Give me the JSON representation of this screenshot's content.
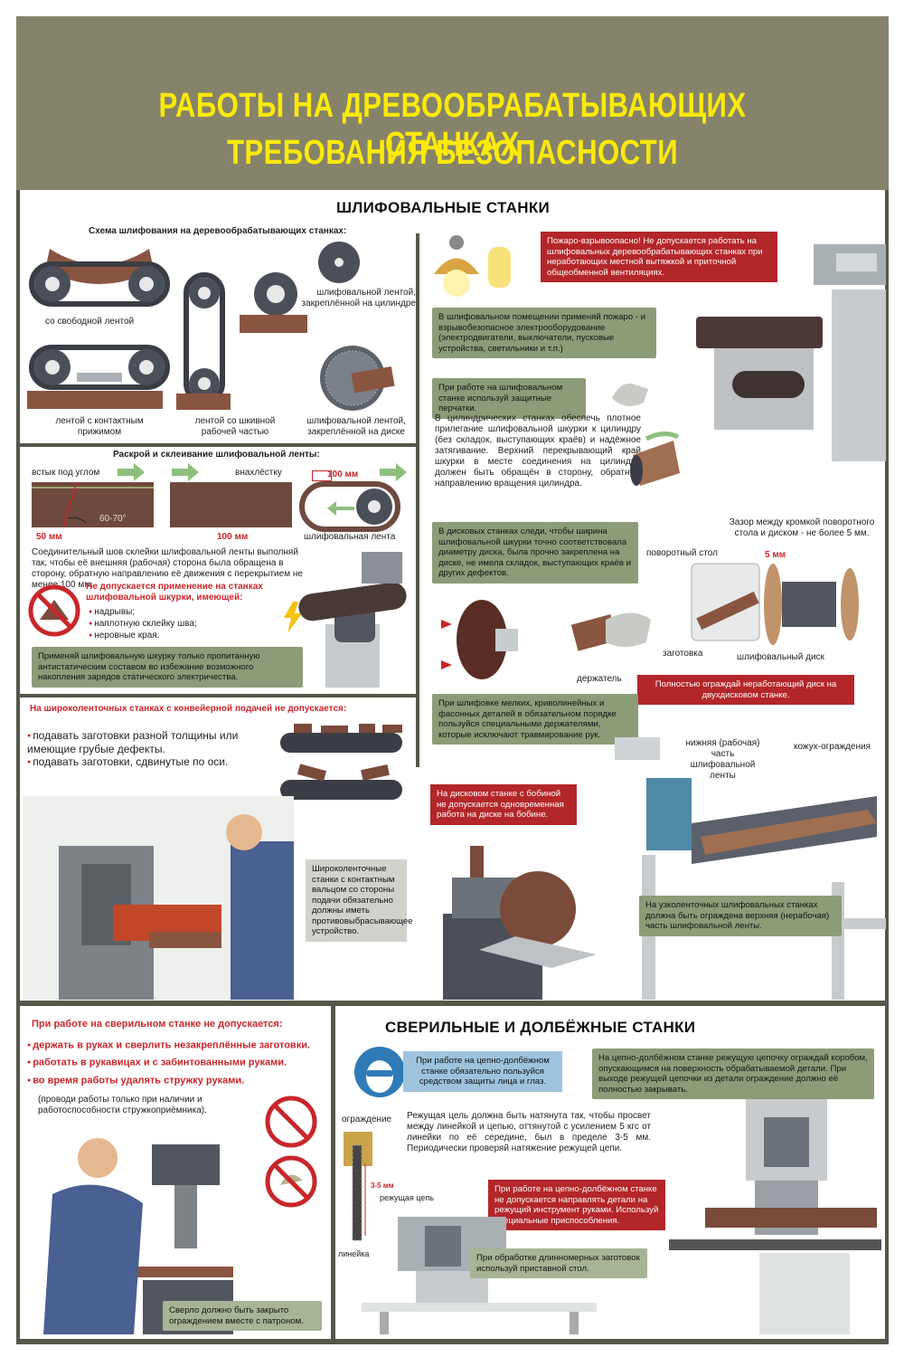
{
  "header": {
    "line1": "РАБОТЫ НА ДРЕВООБРАБАТЫВАЮЩИХ СТАНКАХ",
    "line2": "ТРЕБОВАНИЯ БЕЗОПАСНОСТИ"
  },
  "colors": {
    "header_bg": "#85836a",
    "header_text": "#fbe90b",
    "green_box": "#8c9c78",
    "red_box": "#b3262a",
    "blue_box": "#9fc3dd",
    "divider": "#55574b",
    "arrow": "#8cbf7b"
  },
  "grinding": {
    "title": "ШЛИФОВАЛЬНЫЕ СТАНКИ",
    "scheme_title": "Схема шлифования на деревообрабатывающих станках:",
    "labels": [
      "со свободной лентой",
      "шлифовальной лентой, закреплённой на цилиндре",
      "лентой с контактным прижимом",
      "лентой со шкивной рабочей частью",
      "шлифовальной лентой, закреплённой на диске"
    ],
    "cutting_title": "Раскрой и склеивание шлифовальной ленты:",
    "joins": [
      "встык под углом",
      "внахлёстку"
    ],
    "dims": {
      "a": "50 мм",
      "angle": "60-70°",
      "b": "100 мм",
      "c": "100 мм"
    },
    "belt_label": "шлифовальная лента",
    "seam_text": "Соединительный шов склейки шлифовальной ленты выполняй так, чтобы её внешняя (рабочая) сторона была обращена в сторону, обратную направлению её движения с перекрытием не менее 100 мм.",
    "not_allowed_title": "Не допускается применение на станках шлифовальной шкурки, имеющей:",
    "defects": [
      "надрывы;",
      "наплотную склейку шва;",
      "неровные края."
    ],
    "antistatic": "Применяй шлифовальную шкурку только пропитанную антистатическим составом во избежание возможного накопления зарядов статического электричества.",
    "wide_title": "На широколенточных станках с конвейерной подачей не допускается:",
    "wide_items": [
      "подавать заготовки разной толщины или имеющие грубые дефекты.",
      "подавать заготовки, сдвинутые по оси."
    ],
    "wide_box": "Широколенточные станки с контактным вальцом со стороны подачи обязательно должны иметь противовыбрасывающее устройство.",
    "fire_box": "Пожаро-взрывоопасно! Не допускается работать на шлифовальных деревообрабатывающих станках при неработающих местной вытяжкой и приточной общеобменной вентиляциях.",
    "equip_box": "В шлифовальном помещении применяй пожаро - и взрывобезопасное электрооборудование (электродвигатели, выключатели, пусковые устройства, светильники и т.п.)",
    "gloves_box": "При работе на шлифовальном станке используй защитные перчатки.",
    "cyl_text": "В цилиндрических станках обеспечь плотное прилегание шлифовальной шкурки к цилиндру (без складок, выступающих краёв) и надёжное затягивание. Верхний перекрывающий край шкурки в месте соединения на цилиндре должен быть обращён в сторону, обратную направлению вращения цилиндра.",
    "disk_box": "В дисковых станках следи, чтобы ширина шлифовальной шкурки точно соответствовала диаметру диска, была прочно закреплена на диске, не имела складок, выступающих краёв и других дефектов.",
    "gap_text": "Зазор между кромкой поворотного стола и диском - не более 5 мм.",
    "rot_table": "поворотный стол",
    "gap_dim": "5 мм",
    "workpiece": "заготовка",
    "disk_label": "шлифовальный диск",
    "holder": "держатель",
    "small_parts_box": "При шлифовке мелких, криволинейных и фасонных деталей в обязательном порядке пользуйся специальными держателями, которые исключают травмирование рук.",
    "dual_disk_box": "Полностью ограждай неработающий диск на двухдисковом станке.",
    "bobbin_box": "На дисковом станке с бобиной не допускается одновременная работа на диске на бобине.",
    "lower_belt": "нижняя (рабочая) часть шлифовальной ленты",
    "guard": "кожух-ограждения",
    "narrow_box": "На узколенточных шлифовальных станках должна быть ограждена верхняя (нерабочая) часть шлифовальной ленты."
  },
  "drilling": {
    "title": "СВЕРИЛЬНЫЕ И ДОЛБЁЖНЫЕ СТАНКИ",
    "not_allowed_title": "При работе на сверильном станке не допускается:",
    "items": [
      "держать в руках и сверлить незакреплённые заготовки.",
      "работать в рукавицах и с забинтованными руками.",
      "во время работы удалять стружку руками."
    ],
    "note": "(проводи работы только при наличии и работоспособности стружкоприёмника).",
    "drill_box": "Сверло должно быть закрыто ограждением вместе с патроном.",
    "face_box": "При работе на цепно-долбёжном станке обязательно пользуйся средством защиты лица и глаз.",
    "chain_text": "Режущая цель должна быть натянута так, чтобы просвет между линейкой и цепью, оттянутой с усилением 5 кгс от линейки по её середине, был в пределе 3-5 мм. Периодически проверяй натяжение режущей цепи.",
    "chain_labels": [
      "ограждение",
      "3-5 мм",
      "режущая цепь",
      "линейка"
    ],
    "chain_guard_box": "На цепно-долбёжном станке режущую цепочку ограждай коробом, опускающимся на поверхность обрабатываемой детали. При выходе режущей цепочки из детали ограждение должно её полностью закрывать.",
    "hands_box": "При работе на цепно-долбёжном станке не допускается направлять детали на режущий инструмент руками. Используй специальные приспособления.",
    "long_box": "При обработке длинномерных заготовок используй приставной стол."
  }
}
